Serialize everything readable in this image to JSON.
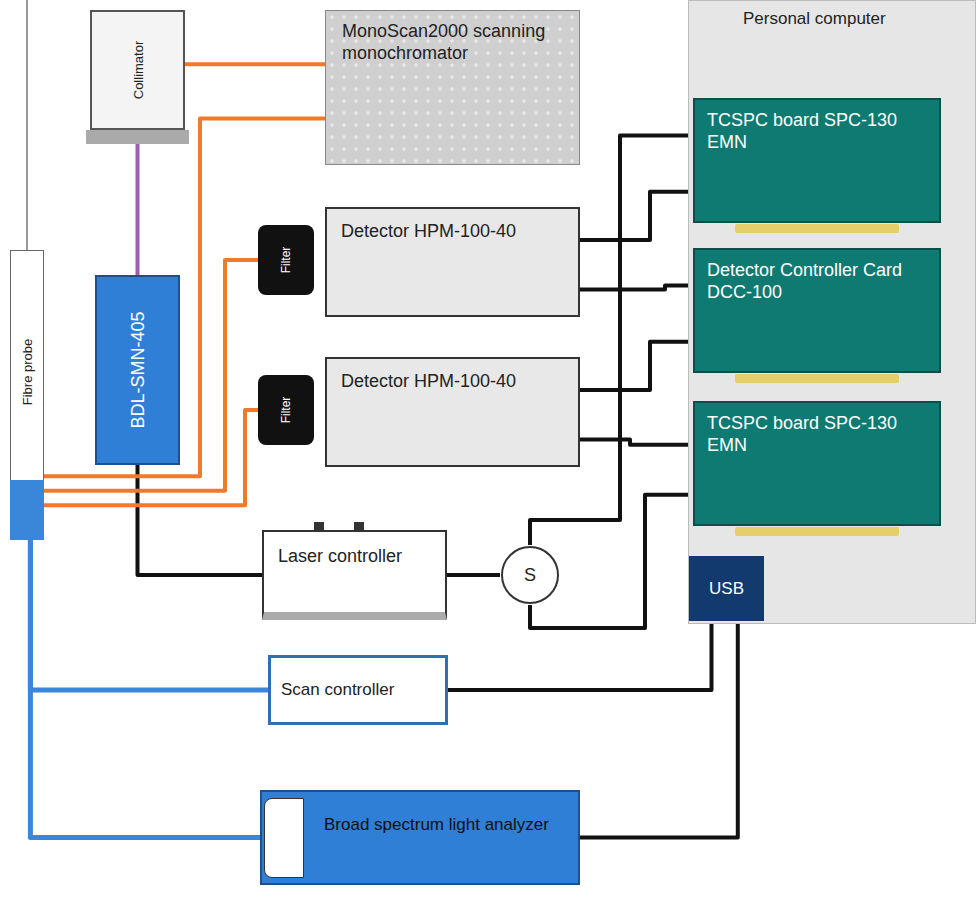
{
  "diagram": {
    "nodes": [
      {
        "text": [
          "Fibre probe"
        ]
      },
      {
        "text": [
          "Collimator"
        ]
      },
      {
        "text": [
          "BDL-SMN-405"
        ]
      },
      {
        "text": [
          "MonoScan2000 scanning monochromator"
        ]
      },
      {
        "text": [
          "Personal computer"
        ]
      },
      {
        "text": [
          "TCSPC board SPC-130 EMN"
        ],
        "in": 4
      },
      {
        "text": [
          "Detector Controller Card DCC-100"
        ],
        "in": 4
      },
      {
        "text": [
          "TCSPC board SPC-130 EMN"
        ],
        "in": 4
      },
      {
        "text": [
          "USB"
        ],
        "in": 4
      },
      {
        "text": [
          "Detector HPM-100-40"
        ]
      },
      {
        "text": [
          "Detector HPM-100-40"
        ]
      },
      {
        "text": [
          "Filter"
        ]
      },
      {
        "text": [
          "Filter"
        ]
      },
      {
        "text": [
          "Laser controller"
        ]
      },
      {
        "text": [
          "S"
        ]
      },
      {
        "text": [
          "Scan controller"
        ]
      },
      {
        "text": [
          "Broad spectrum light analyzer"
        ]
      }
    ],
    "edges": [
      {
        "from": 2,
        "to": 13,
        "arrow": "none"
      },
      {
        "from": 13,
        "to": 14,
        "arrow": "none"
      },
      {
        "from": 14,
        "to": 5,
        "arrow": "none"
      },
      {
        "from": 14,
        "to": 7,
        "arrow": "none"
      },
      {
        "from": 9,
        "to": 5,
        "arrow": "none"
      },
      {
        "from": 9,
        "to": 6,
        "arrow": "none"
      },
      {
        "from": 10,
        "to": 6,
        "arrow": "none"
      },
      {
        "from": 10,
        "to": 7,
        "arrow": "none"
      },
      {
        "from": 8,
        "to": 15,
        "arrow": "none"
      },
      {
        "from": 8,
        "to": 16,
        "arrow": "none"
      },
      {
        "from": 0,
        "to": 3,
        "arrow": "none"
      },
      {
        "from": 0,
        "to": 11,
        "arrow": "none"
      },
      {
        "from": 0,
        "to": 12,
        "arrow": "none"
      },
      {
        "from": 1,
        "to": 3,
        "arrow": "none"
      },
      {
        "from": 1,
        "to": 2,
        "arrow": "none"
      },
      {
        "from": 0,
        "to": 15,
        "arrow": "none"
      },
      {
        "from": 0,
        "to": 16,
        "arrow": "none"
      }
    ]
  }
}
